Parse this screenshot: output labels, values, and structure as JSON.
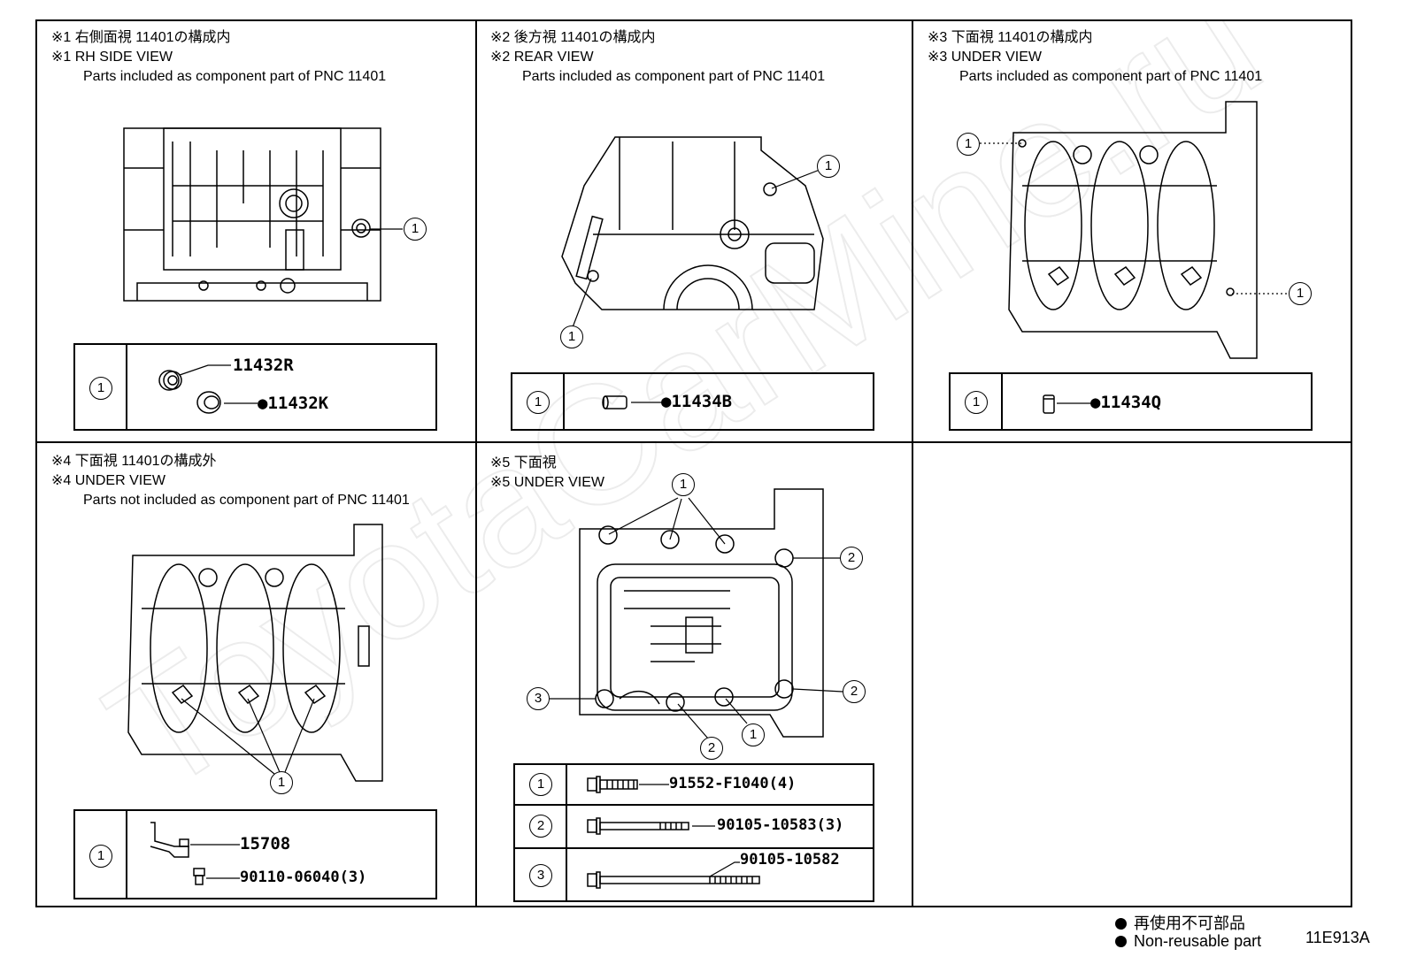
{
  "panels": [
    {
      "jp": "※1 右側面視 11401の構成内",
      "en": "※1 RH SIDE VIEW",
      "note": "Parts included as component part of PNC 11401",
      "parts": [
        "11432R",
        "●11432K"
      ]
    },
    {
      "jp": "※2 後方視 11401の構成内",
      "en": "※2 REAR VIEW",
      "note": "Parts included as component part of PNC 11401",
      "parts": [
        "●11434B"
      ]
    },
    {
      "jp": "※3 下面視 11401の構成内",
      "en": "※3 UNDER VIEW",
      "note": "Parts included as component part of PNC 11401",
      "parts": [
        "●11434Q"
      ]
    },
    {
      "jp": "※4 下面視 11401の構成外",
      "en": "※4 UNDER VIEW",
      "note": "Parts not included as component part of PNC 11401",
      "parts": [
        "15708",
        "90110-06040(3)"
      ]
    },
    {
      "jp": "※5 下面視",
      "en": "※5 UNDER VIEW",
      "parts": [
        "91552-F1040(4)",
        "90105-10583(3)",
        "90105-10582"
      ]
    }
  ],
  "callouts": {
    "one": "1",
    "two": "2",
    "three": "3"
  },
  "legend": {
    "jp": "再使用不可部品",
    "en": "Non-reusable part"
  },
  "figure_id": "11E913A",
  "watermark": "ToyotaCarMine.ru"
}
